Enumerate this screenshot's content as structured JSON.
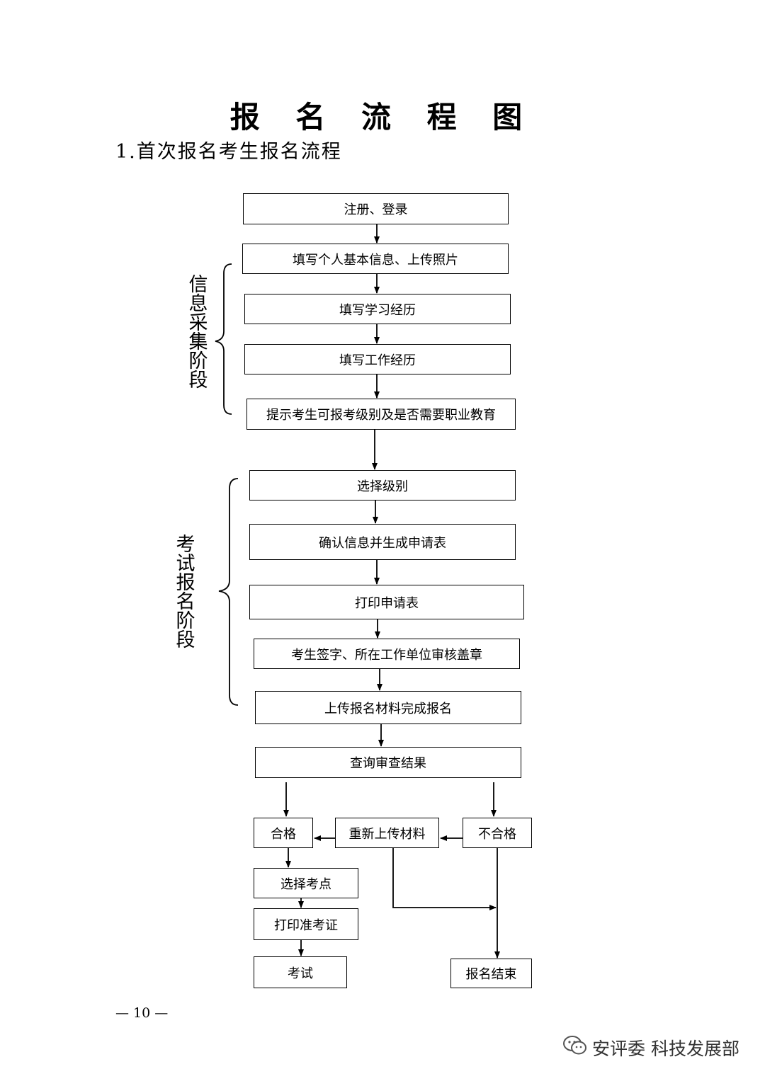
{
  "title": "报 名 流 程 图",
  "subtitle": "1.首次报名考生报名流程",
  "stages": {
    "info_collection": "信息采集阶段",
    "exam_registration": "考试报名阶段"
  },
  "steps": {
    "register_login": "注册、登录",
    "fill_basic_info": "填写个人基本信息、上传照片",
    "fill_education": "填写学习经历",
    "fill_work": "填写工作经历",
    "prompt_level": "提示考生可报考级别及是否需要职业教育",
    "select_level": "选择级别",
    "confirm_generate": "确认信息并生成申请表",
    "print_application": "打印申请表",
    "sign_stamp": "考生签字、所在工作单位审核盖章",
    "upload_complete": "上传报名材料完成报名",
    "query_result": "查询审查结果",
    "qualified": "合格",
    "reupload": "重新上传材料",
    "unqualified": "不合格",
    "select_site": "选择考点",
    "print_admission": "打印准考证",
    "exam": "考试",
    "end": "报名结束"
  },
  "page_number": "— 10 —",
  "watermark": "安评委 科技发展部",
  "icons": {
    "watermark_icon": "wechat-icon"
  }
}
